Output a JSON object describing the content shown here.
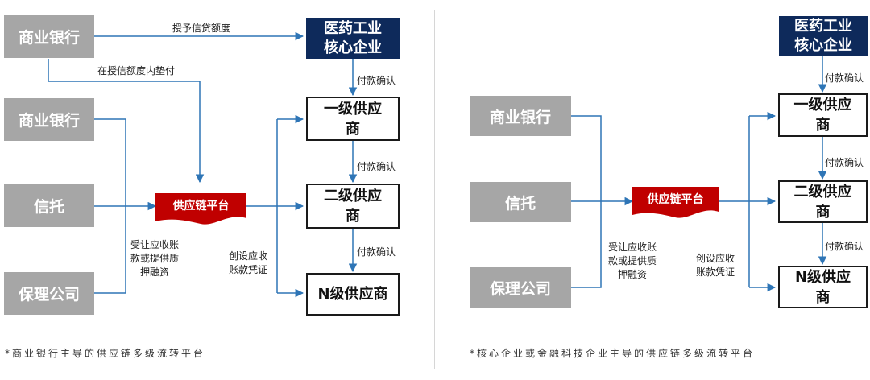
{
  "left": {
    "banks": [
      "商业银行",
      "商业银行"
    ],
    "trust": "信托",
    "factoring": "保理公司",
    "core": [
      "医药工业",
      "核心企业"
    ],
    "platform": "供应链平台",
    "supplier1": [
      "一级供应",
      "商"
    ],
    "supplier2": [
      "二级供应",
      "商"
    ],
    "supplierN": "N级供应商",
    "credit_label": "授予信贷额度",
    "advance_label": "在授信额度内垫付",
    "confirm_labels": [
      "付款确认",
      "付款确认",
      "付款确认"
    ],
    "finance_label": [
      "受让应收账",
      "款或提供质",
      "押融资"
    ],
    "voucher_label": [
      "创设应收",
      "账款凭证"
    ],
    "caption": "*商业银行主导的供应链多级流转平台"
  },
  "right": {
    "bank": "商业银行",
    "trust": "信托",
    "factoring": "保理公司",
    "core": [
      "医药工业",
      "核心企业"
    ],
    "platform": "供应链平台",
    "supplier1": [
      "一级供应",
      "商"
    ],
    "supplier2": [
      "二级供应",
      "商"
    ],
    "supplierN": [
      "N级供应",
      "商"
    ],
    "confirm_labels": [
      "付款确认",
      "付款确认",
      "付款确认"
    ],
    "finance_label": [
      "受让应收账",
      "款或提供质",
      "押融资"
    ],
    "voucher_label": [
      "创设应收",
      "账款凭证"
    ],
    "caption": "*核心企业或金融科技企业主导的供应链多级流转平台"
  },
  "colors": {
    "connector": "#2e75b6",
    "funder_box": "#a6a6a6",
    "core_box": "#0e2a5b",
    "platform": "#c00000"
  }
}
